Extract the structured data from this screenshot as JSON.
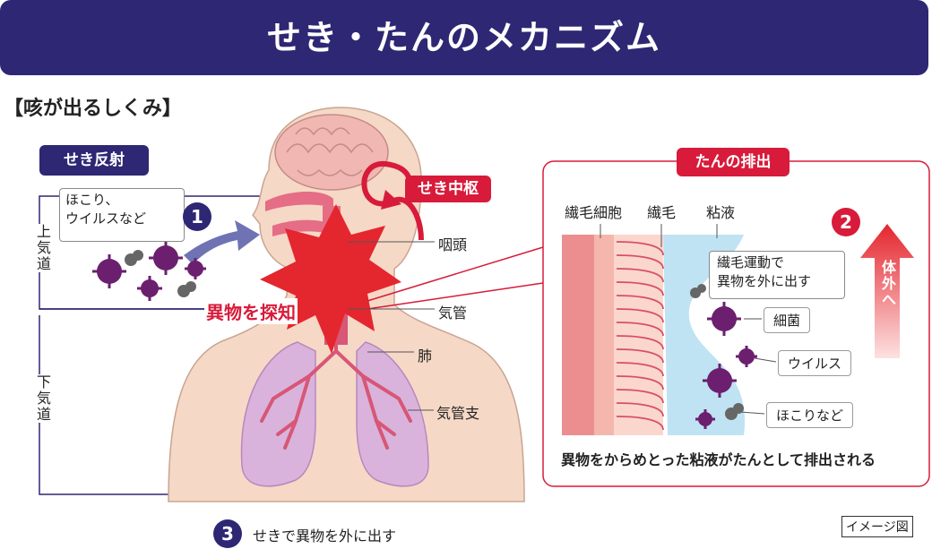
{
  "title": "せき・たんのメカニズム",
  "section_heading": "【咳が出るしくみ】",
  "left": {
    "reflex_tag": "せき反射",
    "upper_airway": "上気道",
    "lower_airway": "下気道",
    "callout_line1": "ほこり、",
    "callout_line2": "ウイルスなど",
    "step1": "1",
    "cough_center": "せき中枢",
    "pharynx": "咽頭",
    "trachea": "気管",
    "lungs": "肺",
    "bronchi": "気管支",
    "detect": "異物を探知",
    "step3": "3",
    "step3_text": "せきで異物を外に出す"
  },
  "right": {
    "tag": "たんの排出",
    "cell_label": "繊毛細胞",
    "cilia_label": "繊毛",
    "mucus_label": "粘液",
    "step2": "2",
    "outward": "体外へ",
    "motion_line1": "繊毛運動で",
    "motion_line2": "異物を外に出す",
    "bacteria": "細菌",
    "virus": "ウイルス",
    "dust": "ほこりなど",
    "caption": "異物をからめとった粘液がたんとして排出される"
  },
  "image_note": "イメージ図",
  "colors": {
    "navy": "#2e2774",
    "red": "#d81b3a",
    "virus": "#6b1f6e",
    "lung": "#d9b3dc",
    "skin": "#f6d8c6"
  }
}
